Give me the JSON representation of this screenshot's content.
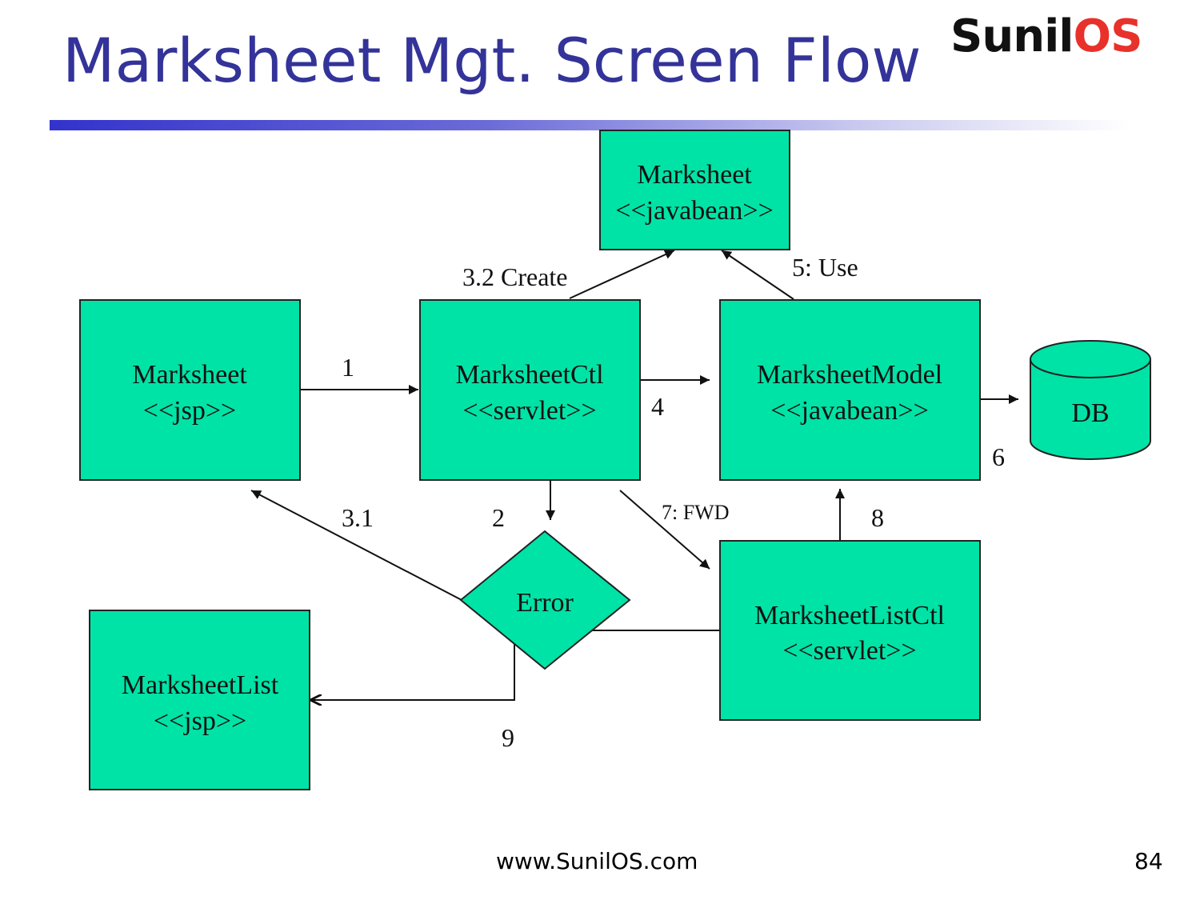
{
  "slide": {
    "title": "Marksheet Mgt. Screen Flow",
    "logo": {
      "part1": "Sunil",
      "part2": "OS"
    },
    "footer": "www.SunilOS.com",
    "page_number": "84"
  },
  "nodes": {
    "marksheet_bean": {
      "name": "Marksheet",
      "stereotype": "<<javabean>>"
    },
    "marksheet_jsp": {
      "name": "Marksheet",
      "stereotype": "<<jsp>>"
    },
    "marksheet_ctl": {
      "name": "MarksheetCtl",
      "stereotype": "<<servlet>>"
    },
    "marksheet_model": {
      "name": "MarksheetModel",
      "stereotype": "<<javabean>>"
    },
    "db": {
      "name": "DB"
    },
    "error": {
      "name": "Error"
    },
    "marksheet_list_ctl": {
      "name": "MarksheetListCtl",
      "stereotype": "<<servlet>>"
    },
    "marksheet_list_jsp": {
      "name": "MarksheetList",
      "stereotype": "<<jsp>>"
    }
  },
  "edge_labels": {
    "step_1": "1",
    "step_2": "2",
    "step_3_1": "3.1",
    "step_3_2": "3.2 Create",
    "step_4": "4",
    "step_5": "5: Use",
    "step_6": "6",
    "step_7": "7: FWD",
    "step_8": "8",
    "step_9": "9"
  },
  "colors": {
    "node_fill": "#00e3a6",
    "title": "#333399",
    "logo_accent": "#e8312a"
  }
}
